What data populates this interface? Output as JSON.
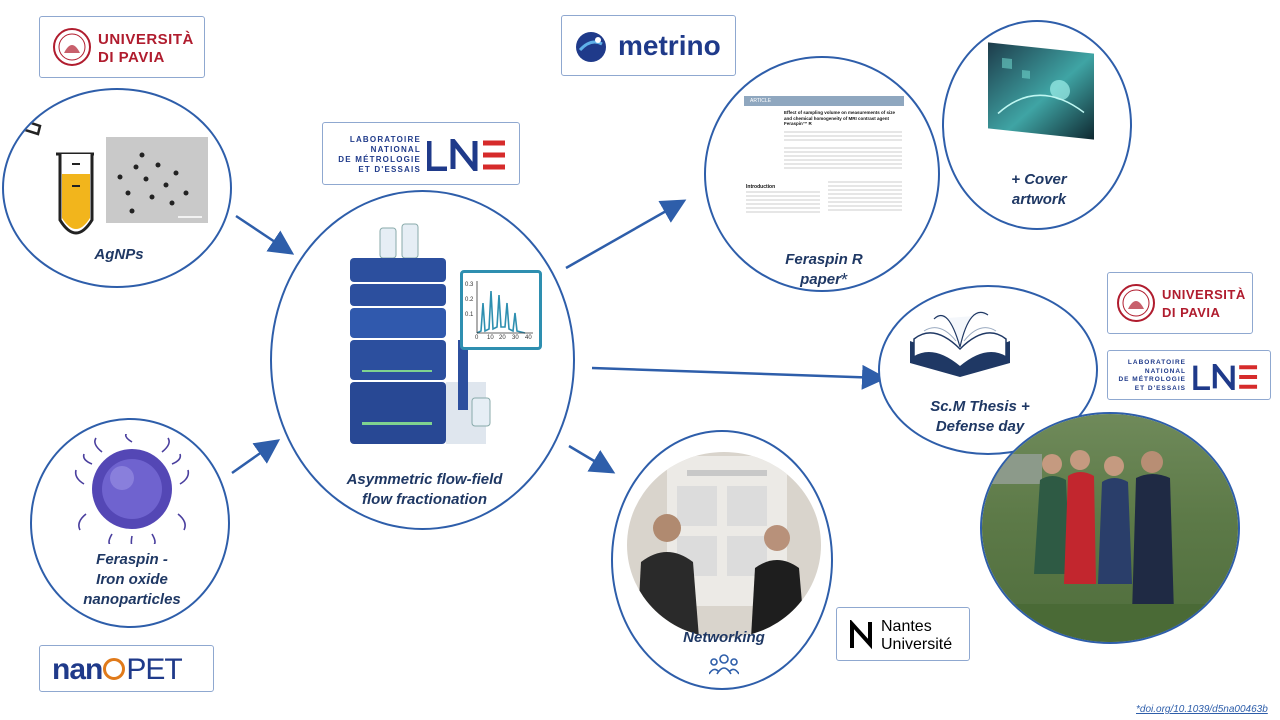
{
  "logos": {
    "pavia_line1": "UNIVERSITÀ",
    "pavia_line2": "DI PAVIA",
    "metrino": "metrino",
    "lne_line1": "LABORATOIRE",
    "lne_line2": "NATIONAL",
    "lne_line3": "DE MÉTROLOGIE",
    "lne_line4": "ET D'ESSAIS",
    "lne_mark": "LNE",
    "nantes_line1": "Nantes",
    "nantes_line2": "Université",
    "nanopet_a": "nan",
    "nanopet_b": "PET"
  },
  "nodes": {
    "agnps": "AgNPs",
    "feraspin_1": "Feraspin -",
    "feraspin_2": "Iron oxide",
    "feraspin_3": "nanoparticles",
    "af4_1": "Asymmetric flow-field",
    "af4_2": "flow fractionation",
    "paper_1": "Feraspin R",
    "paper_2": "paper",
    "paper_star": "*",
    "cover_1": "+ Cover",
    "cover_2": "artwork",
    "thesis_1": "Sc.M Thesis +",
    "thesis_2": "Defense day",
    "networking": "Networking"
  },
  "chart_inset": {
    "y_ticks": [
      "0.3",
      "0.2",
      "0.1"
    ],
    "x_ticks": [
      "0",
      "10",
      "20",
      "30",
      "40"
    ]
  },
  "paper_preview": {
    "tag": "ARTICLE",
    "title": "Effect of sampling volume on measurements of size and chemical homogeneity of MRI contrast agent Feraspin™ R",
    "section": "Introduction"
  },
  "footnote": "*doi.org/10.1039/d5na00463b",
  "colors": {
    "accent": "#2e5eaa",
    "text": "#1f3864",
    "pavia_red": "#b01c2e",
    "lne_blue": "#1f3a8a",
    "lne_red": "#d62b2b"
  }
}
